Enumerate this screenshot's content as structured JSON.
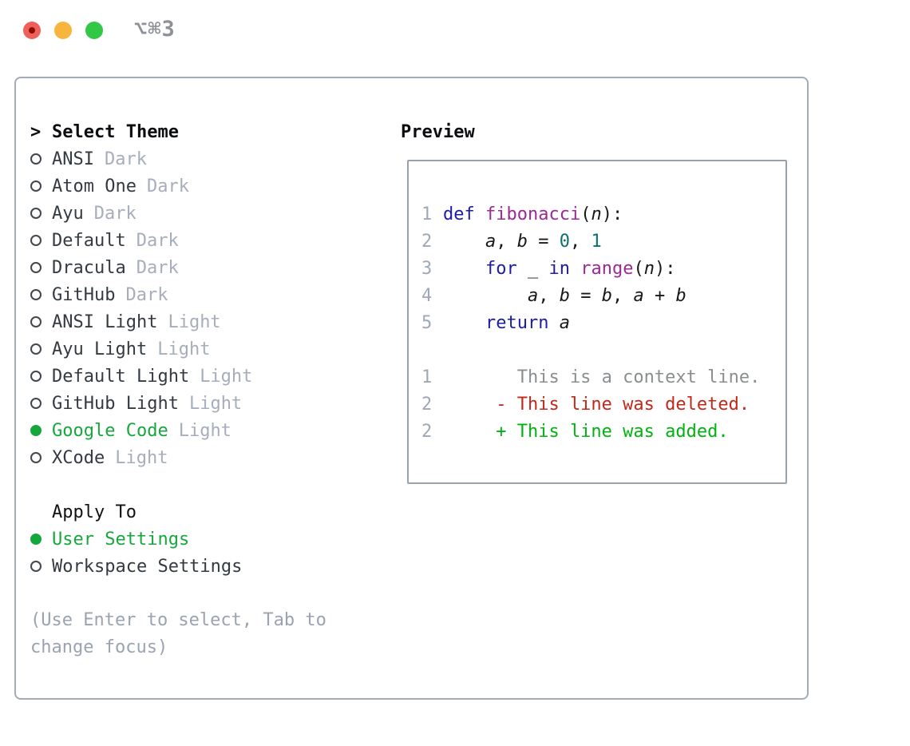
{
  "window": {
    "title": "⌥⌘3"
  },
  "colors": {
    "accent_green": "#17a73c",
    "text_dark": "#343a41",
    "heading": "#0b0d10",
    "muted": "#a6aebc",
    "help": "#9aa3b2",
    "border": "#a3abb6",
    "preview_border": "#98a1ac",
    "line_number": "#9fa8b6",
    "kw": "#1c1cab",
    "fn": "#9c2a96",
    "lit": "#0e6f6f",
    "pln": "#17181a",
    "ctx": "#8b8e90",
    "del": "#c2281a",
    "add": "#00b30e",
    "traffic_red": "#f0605a",
    "traffic_red_dot": "#8c0d03",
    "traffic_yellow": "#f7b53e",
    "traffic_green": "#32c846",
    "title_gray": "#8e9298"
  },
  "themes": {
    "cursor": ">",
    "heading": "Select Theme",
    "items": [
      {
        "name": "ANSI",
        "variant": "Dark",
        "selected": false
      },
      {
        "name": "Atom One",
        "variant": "Dark",
        "selected": false
      },
      {
        "name": "Ayu",
        "variant": "Dark",
        "selected": false
      },
      {
        "name": "Default",
        "variant": "Dark",
        "selected": false
      },
      {
        "name": "Dracula",
        "variant": "Dark",
        "selected": false
      },
      {
        "name": "GitHub",
        "variant": "Dark",
        "selected": false
      },
      {
        "name": "ANSI Light",
        "variant": "Light",
        "selected": false
      },
      {
        "name": "Ayu Light",
        "variant": "Light",
        "selected": false
      },
      {
        "name": "Default Light",
        "variant": "Light",
        "selected": false
      },
      {
        "name": "GitHub Light",
        "variant": "Light",
        "selected": false
      },
      {
        "name": "Google Code",
        "variant": "Light",
        "selected": true
      },
      {
        "name": "XCode",
        "variant": "Light",
        "selected": false
      }
    ]
  },
  "apply_to": {
    "heading": "Apply To",
    "items": [
      {
        "label": "User Settings",
        "selected": true
      },
      {
        "label": "Workspace Settings",
        "selected": false
      }
    ]
  },
  "help": {
    "text": "(Use Enter to select, Tab to change focus)"
  },
  "preview": {
    "heading": "Preview",
    "lines": [
      {
        "num": "1",
        "tokens": [
          {
            "t": "def",
            "c": "kw"
          },
          {
            "t": " ",
            "c": "pln"
          },
          {
            "t": "fibonacci",
            "c": "fn"
          },
          {
            "t": "(",
            "c": "pln"
          },
          {
            "t": "n",
            "c": "var"
          },
          {
            "t": "):",
            "c": "pln"
          }
        ]
      },
      {
        "num": "2",
        "tokens": [
          {
            "t": "    ",
            "c": "pln"
          },
          {
            "t": "a",
            "c": "var"
          },
          {
            "t": ", ",
            "c": "pln"
          },
          {
            "t": "b",
            "c": "var"
          },
          {
            "t": " = ",
            "c": "pln"
          },
          {
            "t": "0",
            "c": "lit"
          },
          {
            "t": ", ",
            "c": "pln"
          },
          {
            "t": "1",
            "c": "lit"
          }
        ]
      },
      {
        "num": "3",
        "tokens": [
          {
            "t": "    ",
            "c": "pln"
          },
          {
            "t": "for",
            "c": "kw"
          },
          {
            "t": " _ ",
            "c": "pln"
          },
          {
            "t": "in",
            "c": "kw"
          },
          {
            "t": " ",
            "c": "pln"
          },
          {
            "t": "range",
            "c": "fn"
          },
          {
            "t": "(",
            "c": "pln"
          },
          {
            "t": "n",
            "c": "var"
          },
          {
            "t": "):",
            "c": "pln"
          }
        ]
      },
      {
        "num": "4",
        "tokens": [
          {
            "t": "        ",
            "c": "pln"
          },
          {
            "t": "a",
            "c": "var"
          },
          {
            "t": ", ",
            "c": "pln"
          },
          {
            "t": "b",
            "c": "var"
          },
          {
            "t": " = ",
            "c": "pln"
          },
          {
            "t": "b",
            "c": "var"
          },
          {
            "t": ", ",
            "c": "pln"
          },
          {
            "t": "a",
            "c": "var"
          },
          {
            "t": " + ",
            "c": "pln"
          },
          {
            "t": "b",
            "c": "var"
          }
        ]
      },
      {
        "num": "5",
        "tokens": [
          {
            "t": "    ",
            "c": "pln"
          },
          {
            "t": "return",
            "c": "kw"
          },
          {
            "t": " ",
            "c": "pln"
          },
          {
            "t": "a",
            "c": "var"
          }
        ]
      },
      {
        "num": "",
        "tokens": []
      },
      {
        "num": "1",
        "tokens": [
          {
            "t": "       This is a context line.",
            "c": "ctx"
          }
        ]
      },
      {
        "num": "2",
        "tokens": [
          {
            "t": "     - This line was deleted.",
            "c": "del"
          }
        ]
      },
      {
        "num": "2",
        "tokens": [
          {
            "t": "     + This line was added.",
            "c": "add"
          }
        ]
      }
    ]
  }
}
